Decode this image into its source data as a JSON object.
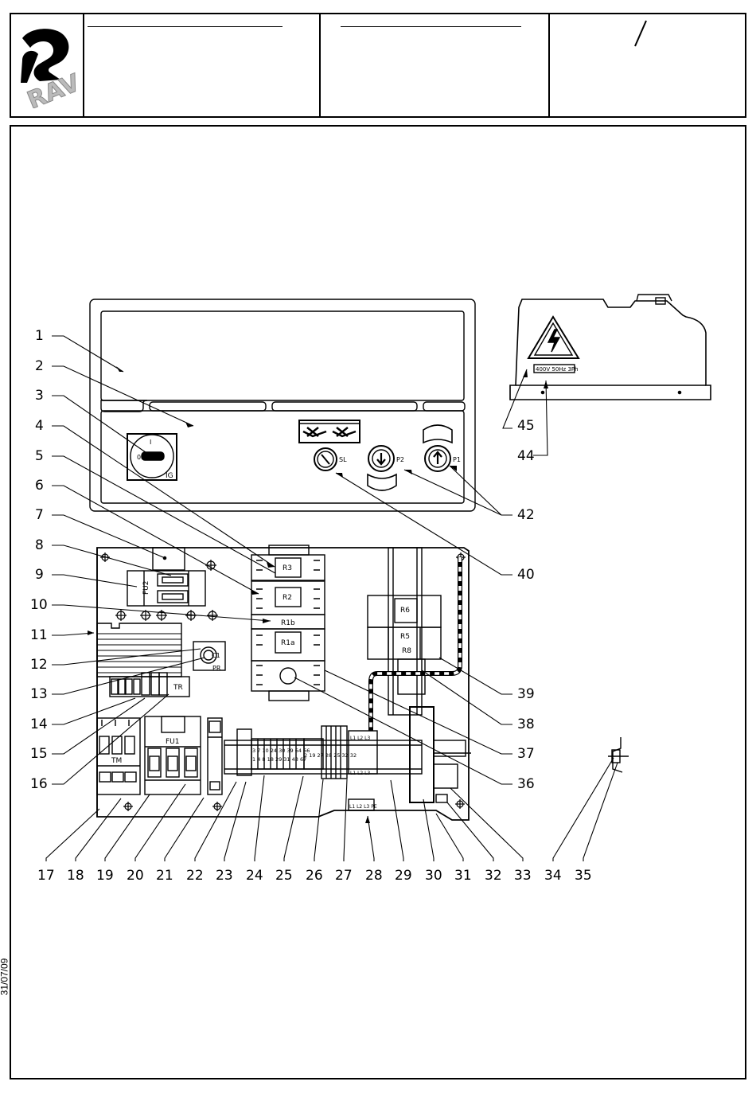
{
  "header": {
    "logo_text": "RAV",
    "revision_mark": "/"
  },
  "footer": {
    "date": "31/07/09"
  },
  "panel": {
    "switch_label": "IG",
    "switch_on_symbol": "I",
    "switch_off_symbol": "0",
    "sl_label": "SL",
    "p2_label": "P2",
    "p1_label": "P1",
    "warning_label": "400V 50Hz 3Ph"
  },
  "board": {
    "relays": [
      "R3",
      "R2",
      "R1b",
      "R1a",
      "R6",
      "R5",
      "R8"
    ],
    "fu2": "FU2",
    "fu1": "FU1",
    "tm": "TM",
    "tr": "TR",
    "pr": "PR",
    "c1": "C1",
    "terminal_top": "3 7 10 24 30 39 64 66",
    "terminal_bottom": "1 4 8 18 29 31 43 67",
    "terminal_mid": "2 19 27 28 25 32 32",
    "l_top": "L1 L2 L3",
    "l_bottom": "L1 L2 L3",
    "l_pe": "L1 L2 L3 PE"
  },
  "callouts_left": [
    "1",
    "2",
    "3",
    "4",
    "5",
    "6",
    "7",
    "8",
    "9",
    "10",
    "11",
    "12",
    "13",
    "14",
    "15",
    "16"
  ],
  "callouts_bottom": [
    "17",
    "18",
    "19",
    "20",
    "21",
    "22",
    "23",
    "24",
    "25",
    "26",
    "27",
    "28",
    "29",
    "30",
    "31",
    "32",
    "33",
    "34",
    "35"
  ],
  "callouts_right": [
    "45",
    "44",
    "42",
    "40",
    "39",
    "38",
    "37",
    "36"
  ]
}
